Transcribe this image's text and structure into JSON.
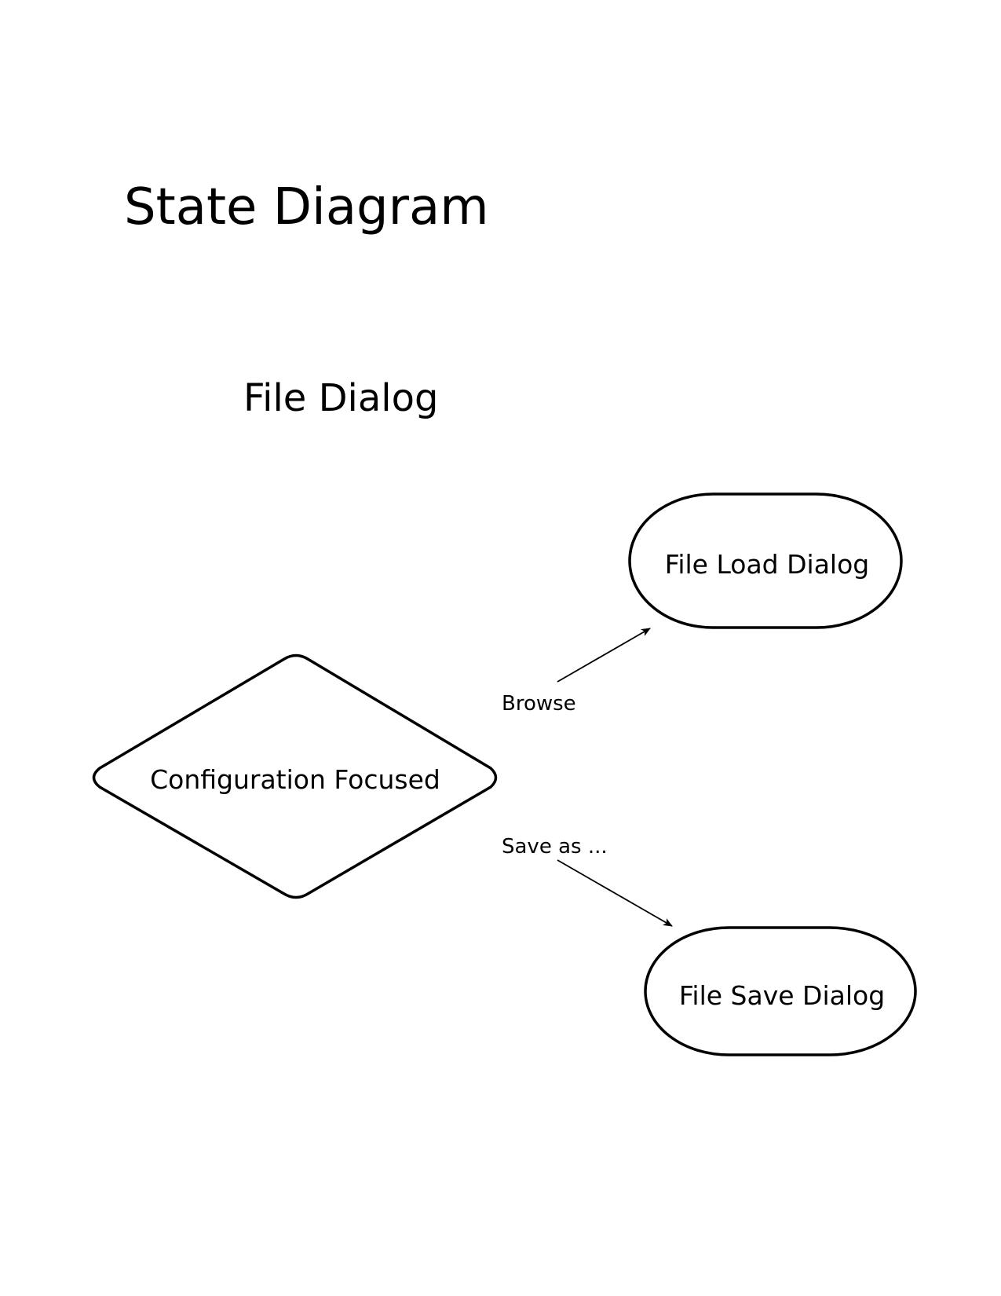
{
  "page": {
    "title": "State Diagram",
    "diagram_title": "File Dialog"
  },
  "states": {
    "configuration_focused": "Configuration Focused",
    "file_load_dialog": "File Load Dialog",
    "file_save_dialog": "File Save Dialog"
  },
  "transitions": {
    "browse": "Browse",
    "save_as": "Save as ..."
  },
  "colors": {
    "stroke": "#000000",
    "background": "#ffffff"
  }
}
